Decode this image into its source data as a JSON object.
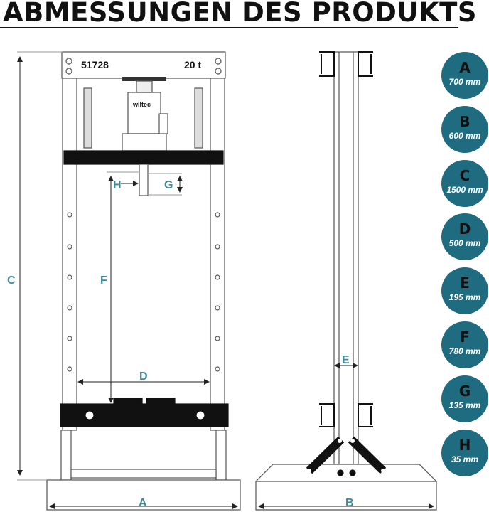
{
  "title": "ABMESSUNGEN DES PRODUKTS",
  "plate": {
    "model": "51728",
    "capacity": "20 t"
  },
  "jack_brand": "wiltec",
  "labels": {
    "a": "A",
    "b": "B",
    "c": "C",
    "d": "D",
    "e": "E",
    "f": "F",
    "g": "G",
    "h": "H"
  },
  "dimensions": [
    {
      "letter": "A",
      "value": "700 mm"
    },
    {
      "letter": "B",
      "value": "600 mm"
    },
    {
      "letter": "C",
      "value": "1500 mm"
    },
    {
      "letter": "D",
      "value": "500 mm"
    },
    {
      "letter": "E",
      "value": "195 mm"
    },
    {
      "letter": "F",
      "value": "780 mm"
    },
    {
      "letter": "G",
      "value": "135 mm"
    },
    {
      "letter": "H",
      "value": "35 mm"
    }
  ],
  "colors": {
    "label": "#3f8a99",
    "badge": "#1f6b80",
    "frame": "#555555",
    "bar": "#111111"
  }
}
